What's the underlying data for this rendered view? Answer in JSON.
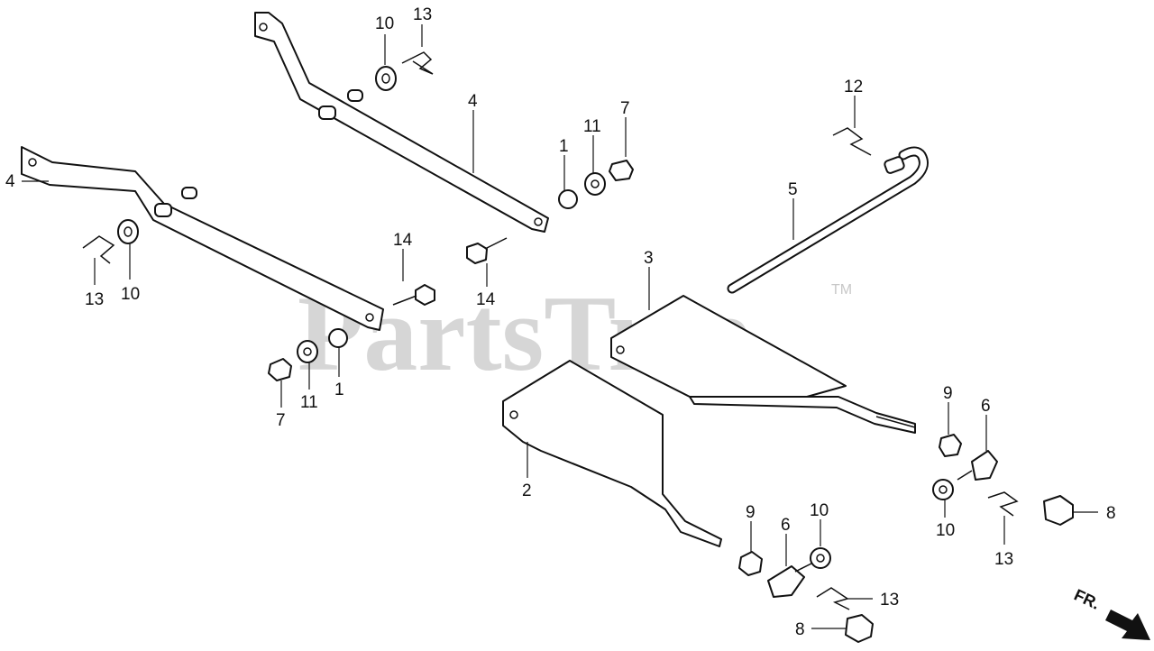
{
  "watermark": {
    "text": "PartsTree",
    "trademark": "TM"
  },
  "direction_label": "FR.",
  "callouts": [
    {
      "id": "c10a",
      "text": "10"
    },
    {
      "id": "c13a",
      "text": "13"
    },
    {
      "id": "c4a",
      "text": "4"
    },
    {
      "id": "c4b",
      "text": "4"
    },
    {
      "id": "c1a",
      "text": "1"
    },
    {
      "id": "c11a",
      "text": "11"
    },
    {
      "id": "c7a",
      "text": "7"
    },
    {
      "id": "c12",
      "text": "12"
    },
    {
      "id": "c5",
      "text": "5"
    },
    {
      "id": "c13b",
      "text": "13"
    },
    {
      "id": "c10b",
      "text": "10"
    },
    {
      "id": "c14a",
      "text": "14"
    },
    {
      "id": "c14b",
      "text": "14"
    },
    {
      "id": "c3",
      "text": "3"
    },
    {
      "id": "c7b",
      "text": "7"
    },
    {
      "id": "c11b",
      "text": "11"
    },
    {
      "id": "c1b",
      "text": "1"
    },
    {
      "id": "c9a",
      "text": "9"
    },
    {
      "id": "c6a",
      "text": "6"
    },
    {
      "id": "c2",
      "text": "2"
    },
    {
      "id": "c10c",
      "text": "10"
    },
    {
      "id": "c13c",
      "text": "13"
    },
    {
      "id": "c8a",
      "text": "8"
    },
    {
      "id": "c9b",
      "text": "9"
    },
    {
      "id": "c6b",
      "text": "6"
    },
    {
      "id": "c10d",
      "text": "10"
    },
    {
      "id": "c13d",
      "text": "13"
    },
    {
      "id": "c8b",
      "text": "8"
    }
  ]
}
